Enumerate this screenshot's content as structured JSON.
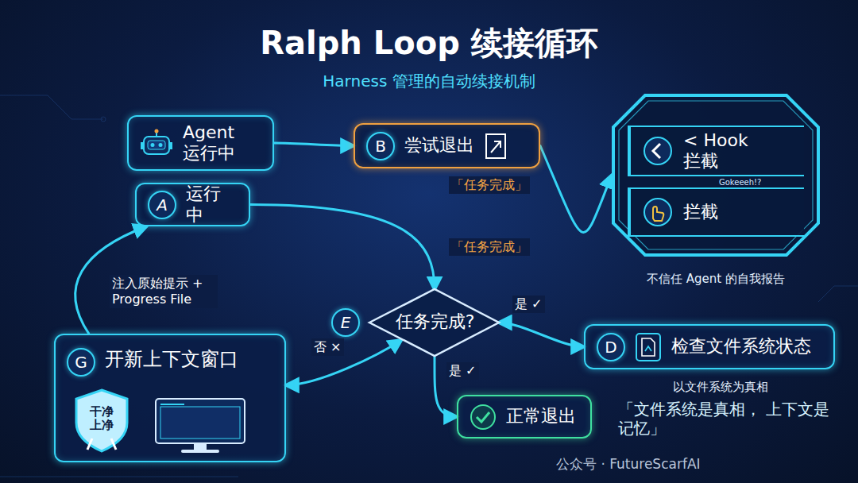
{
  "diagram": {
    "title": "Ralph Loop 续接循环",
    "caption": "Harness 管理的自动续接机制",
    "nodes": [
      {
        "text": [
          "Agent 运行中"
        ]
      },
      {
        "text": [
          "A",
          "运行中"
        ]
      },
      {
        "text": [
          "B",
          "尝试退出"
        ]
      },
      {
        "text": [
          "不信任 Agent 的自我报告"
        ]
      },
      {
        "text": [
          "< Hook 拦截"
        ],
        "in": 3
      },
      {
        "text": [
          "拦截"
        ],
        "in": 3
      },
      {
        "text": [
          "E",
          "任务完成?"
        ]
      },
      {
        "text": [
          "D",
          "检查文件系统状态",
          "以文件系统为真相"
        ]
      },
      {
        "text": [
          "正常退出"
        ]
      },
      {
        "text": [
          "G",
          "开新上下文窗口"
        ]
      },
      {
        "text": [
          "干净 上净"
        ],
        "in": 9
      }
    ],
    "edges": [
      {
        "from": 0,
        "to": 2,
        "arrow": "to"
      },
      {
        "from": 2,
        "to": 3,
        "arrow": "to",
        "label": "「任务完成」"
      },
      {
        "from": 1,
        "to": 6,
        "arrow": "to",
        "label": "「任务完成」"
      },
      {
        "from": 6,
        "to": 7,
        "arrow": "both",
        "label": "是 ✓"
      },
      {
        "from": 6,
        "to": 8,
        "arrow": "to",
        "label": "是 ✓"
      },
      {
        "from": 6,
        "to": 9,
        "arrow": "both",
        "label": "否 ×"
      },
      {
        "from": 9,
        "to": 1,
        "arrow": "to",
        "label": "注入原始提示 + Progress File"
      }
    ],
    "labels": [
      "Gokeeeh!?",
      "「文件系统是真相， 上下文是记忆」",
      "公众号 · FutureScarfAI"
    ]
  }
}
